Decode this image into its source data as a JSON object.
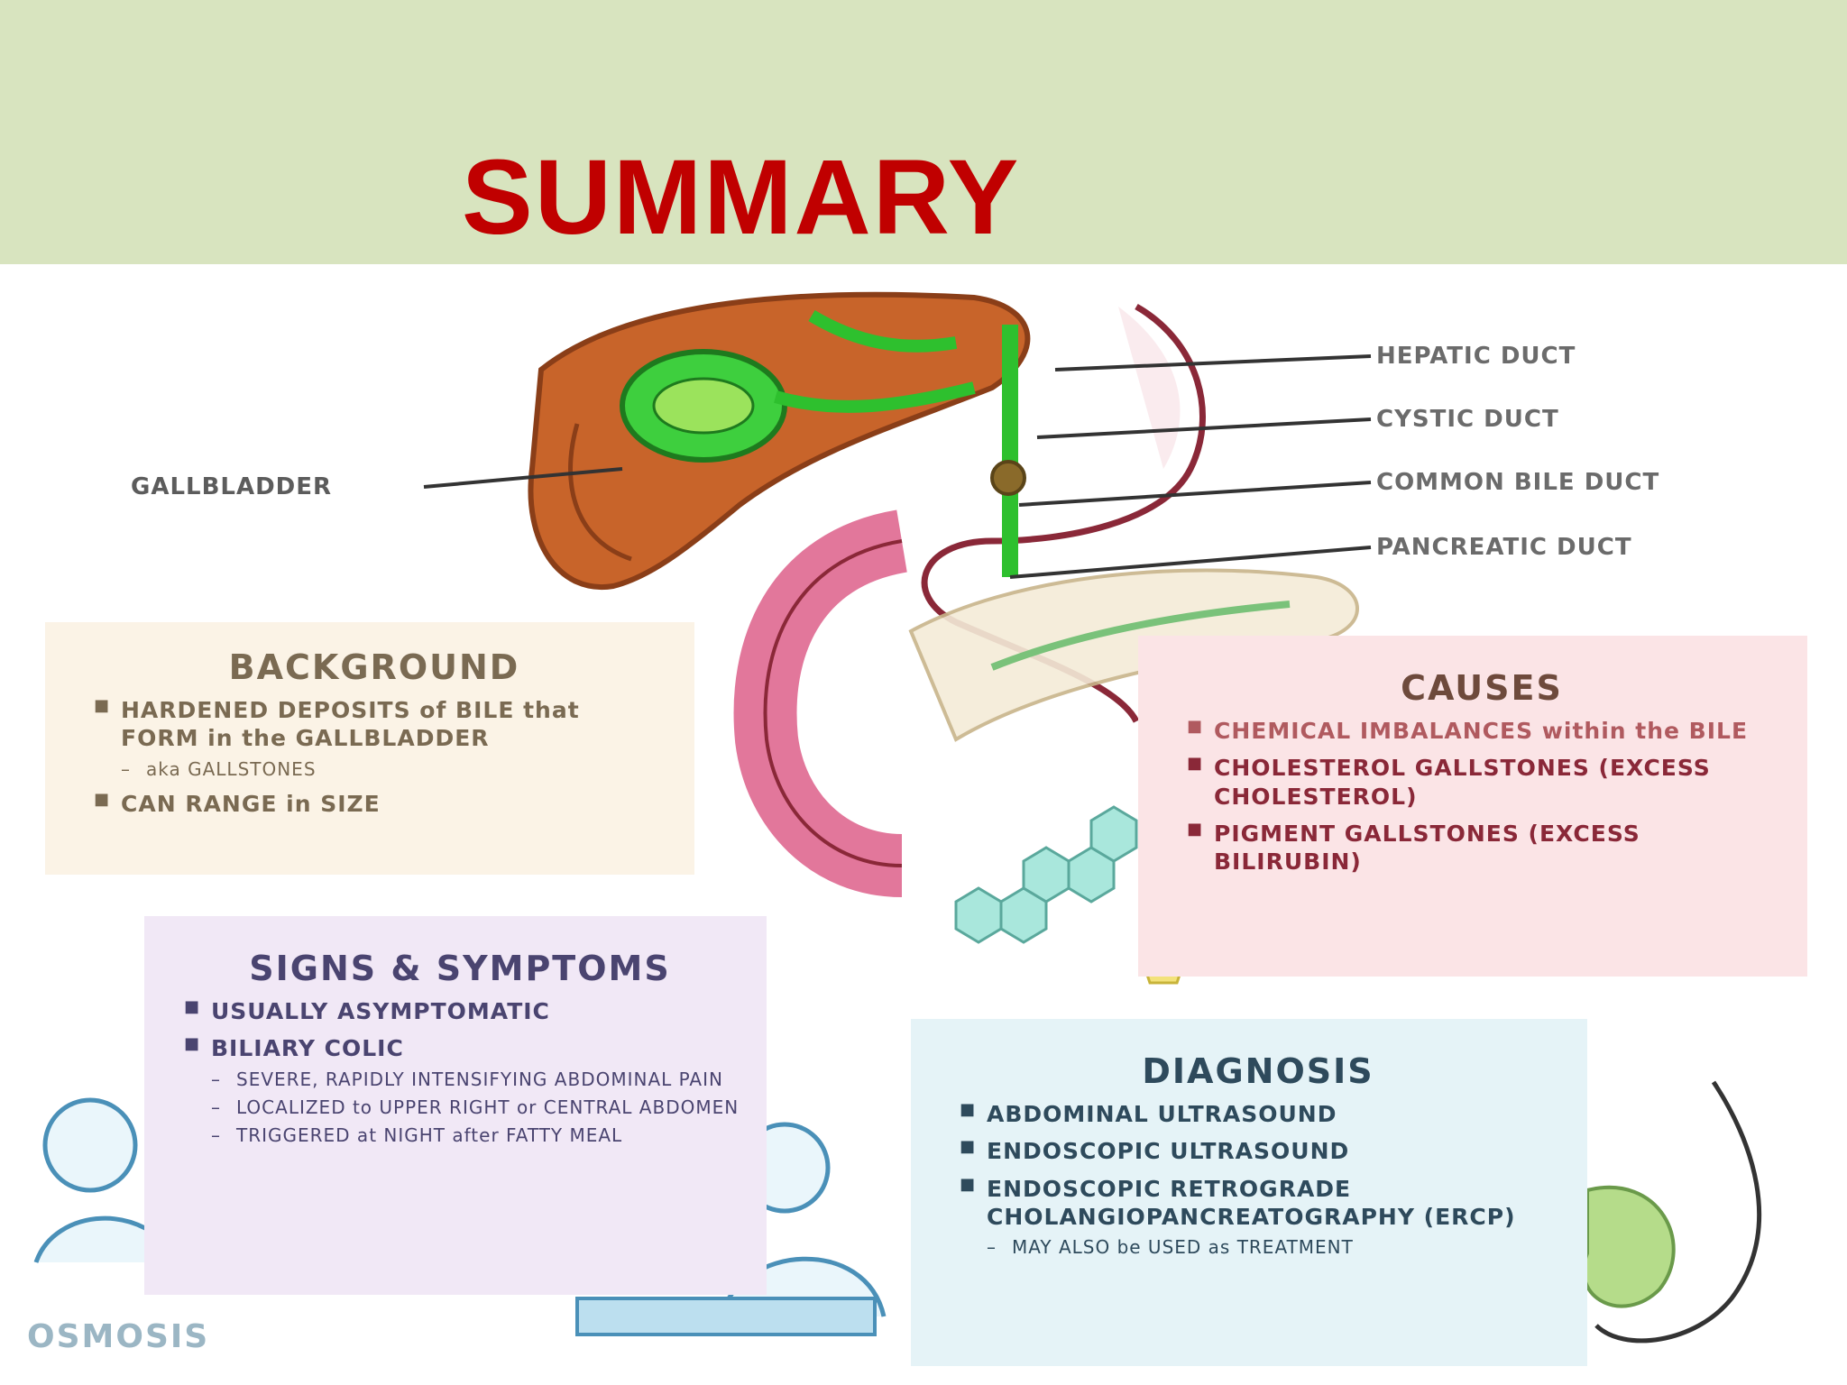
{
  "title": "SUMMARY",
  "colors": {
    "header_bg": "#d8e4bf",
    "title": "#c00000"
  },
  "labels": {
    "gallbladder": "GALLBLADDER",
    "hepatic_duct": "HEPATIC DUCT",
    "cystic_duct": "CYSTIC DUCT",
    "common_bile_duct": "COMMON BILE DUCT",
    "pancreatic_duct": "PANCREATIC DUCT"
  },
  "background": {
    "heading": "BACKGROUND",
    "items": [
      "HARDENED DEPOSITS of BILE that FORM in the GALLBLADDER",
      "aka GALLSTONES",
      "CAN RANGE in SIZE"
    ]
  },
  "causes": {
    "heading": "CAUSES",
    "items": [
      "CHEMICAL IMBALANCES within the BILE",
      "CHOLESTEROL GALLSTONES (EXCESS CHOLESTEROL)",
      "PIGMENT GALLSTONES (EXCESS BILIRUBIN)"
    ]
  },
  "signs": {
    "heading": "SIGNS & SYMPTOMS",
    "items": [
      "USUALLY ASYMPTOMATIC",
      "BILIARY COLIC",
      "SEVERE, RAPIDLY INTENSIFYING ABDOMINAL PAIN",
      "LOCALIZED to UPPER RIGHT or CENTRAL ABDOMEN",
      "TRIGGERED at NIGHT after FATTY MEAL"
    ]
  },
  "diagnosis": {
    "heading": "DIAGNOSIS",
    "items": [
      "ABDOMINAL ULTRASOUND",
      "ENDOSCOPIC ULTRASOUND",
      "ENDOSCOPIC RETROGRADE CHOLANGIOPANCREATOGRAPHY (ERCP)",
      "MAY ALSO be USED as TREATMENT"
    ]
  },
  "logo_text": "OSMOSIS"
}
